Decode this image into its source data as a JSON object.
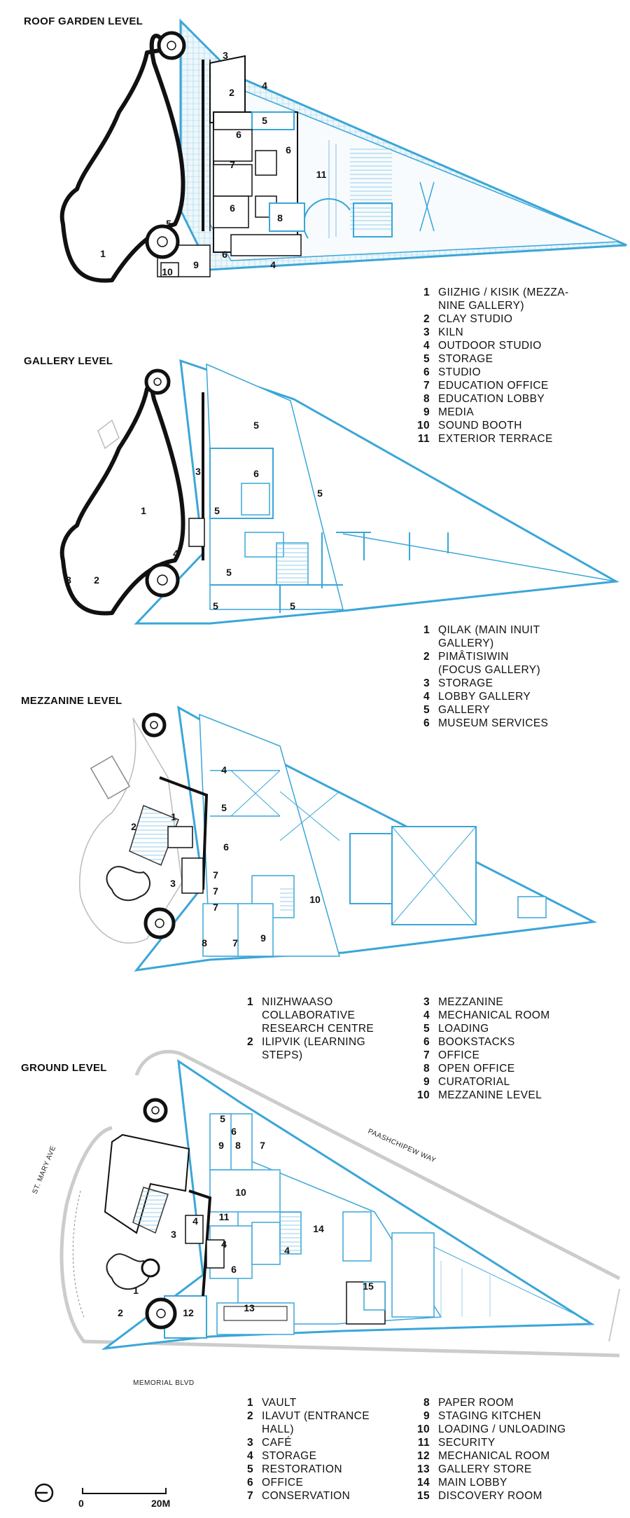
{
  "levels": [
    {
      "id": "roof",
      "title": "ROOF GARDEN LEVEL",
      "legend": [
        {
          "num": "1",
          "label": "GIIZHIG / KISIK (MEZZA-\nNINE GALLERY)"
        },
        {
          "num": "2",
          "label": "CLAY STUDIO"
        },
        {
          "num": "3",
          "label": "KILN"
        },
        {
          "num": "4",
          "label": "OUTDOOR STUDIO"
        },
        {
          "num": "5",
          "label": "STORAGE"
        },
        {
          "num": "6",
          "label": "STUDIO"
        },
        {
          "num": "7",
          "label": "EDUCATION OFFICE"
        },
        {
          "num": "8",
          "label": "EDUCATION LOBBY"
        },
        {
          "num": "9",
          "label": "MEDIA"
        },
        {
          "num": "10",
          "label": "SOUND BOOTH"
        },
        {
          "num": "11",
          "label": "EXTERIOR TERRACE"
        }
      ],
      "room_labels": [
        "3",
        "2",
        "4",
        "5",
        "6",
        "6",
        "7",
        "11",
        "6",
        "8",
        "5",
        "1",
        "6",
        "9",
        "4",
        "10"
      ]
    },
    {
      "id": "gallery",
      "title": "GALLERY LEVEL",
      "legend": [
        {
          "num": "1",
          "label": "QILAK (MAIN INUIT\nGALLERY)"
        },
        {
          "num": "2",
          "label": "PIMÂTISIWIN\n(FOCUS GALLERY)"
        },
        {
          "num": "3",
          "label": "STORAGE"
        },
        {
          "num": "4",
          "label": "LOBBY GALLERY"
        },
        {
          "num": "5",
          "label": "GALLERY"
        },
        {
          "num": "6",
          "label": "MUSEUM SERVICES"
        }
      ],
      "room_labels": [
        "5",
        "3",
        "6",
        "5",
        "1",
        "5",
        "4",
        "3",
        "2",
        "5",
        "5",
        "5"
      ]
    },
    {
      "id": "mezzanine",
      "title": "MEZZANINE LEVEL",
      "legend_a": [
        {
          "num": "1",
          "label": "NIIZHWAASO\nCOLLABORATIVE\nRESEARCH CENTRE"
        },
        {
          "num": "2",
          "label": "ILIPVIK (LEARNING\nSTEPS)"
        }
      ],
      "legend_b": [
        {
          "num": "3",
          "label": "MEZZANINE"
        },
        {
          "num": "4",
          "label": "MECHANICAL ROOM"
        },
        {
          "num": "5",
          "label": "LOADING"
        },
        {
          "num": "6",
          "label": "BOOKSTACKS"
        },
        {
          "num": "7",
          "label": "OFFICE"
        },
        {
          "num": "8",
          "label": "OPEN OFFICE"
        },
        {
          "num": "9",
          "label": "CURATORIAL"
        },
        {
          "num": "10",
          "label": "MEZZANINE LEVEL"
        }
      ],
      "room_labels": [
        "4",
        "5",
        "1",
        "2",
        "6",
        "3",
        "7",
        "7",
        "7",
        "10",
        "8",
        "7",
        "9"
      ]
    },
    {
      "id": "ground",
      "title": "GROUND LEVEL",
      "legend_a": [
        {
          "num": "1",
          "label": "VAULT"
        },
        {
          "num": "2",
          "label": "ILAVUT (ENTRANCE\nHALL)"
        },
        {
          "num": "3",
          "label": "CAFÉ"
        },
        {
          "num": "4",
          "label": "STORAGE"
        },
        {
          "num": "5",
          "label": "RESTORATION"
        },
        {
          "num": "6",
          "label": "OFFICE"
        },
        {
          "num": "7",
          "label": "CONSERVATION"
        }
      ],
      "legend_b": [
        {
          "num": "8",
          "label": "PAPER ROOM"
        },
        {
          "num": "9",
          "label": "STAGING KITCHEN"
        },
        {
          "num": "10",
          "label": "LOADING / UNLOADING"
        },
        {
          "num": "11",
          "label": "SECURITY"
        },
        {
          "num": "12",
          "label": "MECHANICAL ROOM"
        },
        {
          "num": "13",
          "label": "GALLERY STORE"
        },
        {
          "num": "14",
          "label": "MAIN LOBBY"
        },
        {
          "num": "15",
          "label": "DISCOVERY ROOM"
        }
      ],
      "room_labels": [
        "5",
        "9",
        "6",
        "8",
        "7",
        "10",
        "11",
        "4",
        "3",
        "4",
        "14",
        "4",
        "6",
        "15",
        "1",
        "2",
        "12",
        "13"
      ],
      "streets": [
        "PAASHCHIPEW WAY",
        "ST. MARY AVE",
        "MEMORIAL BLVD"
      ]
    }
  ],
  "scale": {
    "start": "0",
    "end": "20M"
  },
  "colors": {
    "plan_blue": "#3aa6d8",
    "ink": "#111111",
    "light_grey": "#cccccc"
  }
}
